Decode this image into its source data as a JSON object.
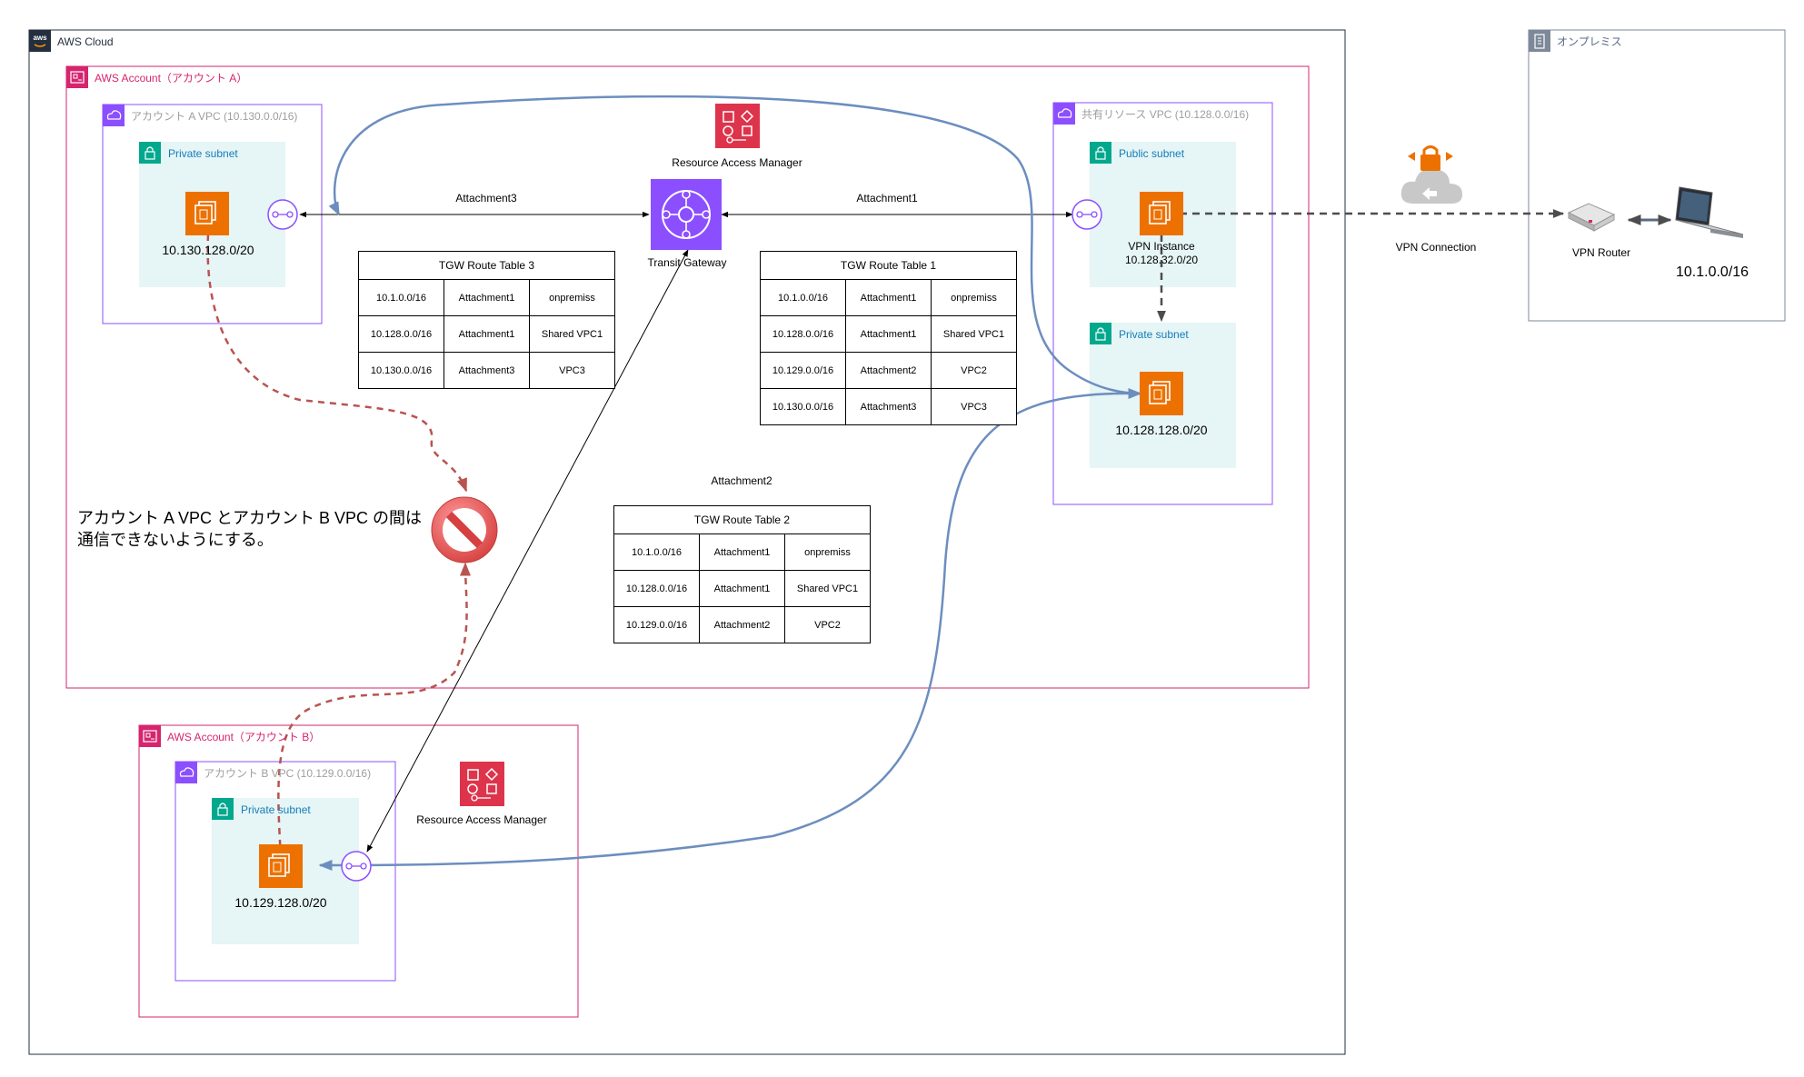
{
  "title": "AWS Cloud",
  "on_prem": {
    "label": "オンプレミス",
    "router_label": "VPN Router",
    "client_cidr": "10.1.0.0/16",
    "vpn_label": "VPN Connection"
  },
  "account_a": {
    "label": "AWS Account（アカウント A）",
    "vpc_label": "アカウント A VPC (10.130.0.0/16)",
    "subnet_label": "Private subnet",
    "instance_cidr": "10.130.128.0/20"
  },
  "account_b": {
    "label": "AWS Account（アカウント B）",
    "vpc_label": "アカウント B VPC (10.129.0.0/16)",
    "subnet_label": "Private subnet",
    "instance_cidr": "10.129.128.0/20",
    "ram_label": "Resource Access Manager"
  },
  "shared_vpc": {
    "label": "共有リソース VPC (10.128.0.0/16)",
    "public_subnet_label": "Public subnet",
    "private_subnet_label": "Private subnet",
    "vpn_instance_label": "VPN Instance",
    "vpn_instance_cidr": "10.128.32.0/20",
    "private_instance_cidr": "10.128.128.0/20"
  },
  "center": {
    "ram_label": "Resource Access Manager",
    "tgw_label": "Transit Gateway",
    "attachment1": "Attachment1",
    "attachment2": "Attachment2",
    "attachment3": "Attachment3"
  },
  "note": "アカウント A VPC とアカウント B VPC の間は\n通信できないようにする。",
  "route_tables": [
    {
      "title": "TGW Route Table 3",
      "rows": [
        [
          "10.1.0.0/16",
          "Attachment1",
          "onpremiss"
        ],
        [
          "10.128.0.0/16",
          "Attachment1",
          "Shared VPC1"
        ],
        [
          "10.130.0.0/16",
          "Attachment3",
          "VPC3"
        ]
      ]
    },
    {
      "title": "TGW Route Table 1",
      "rows": [
        [
          "10.1.0.0/16",
          "Attachment1",
          "onpremiss"
        ],
        [
          "10.128.0.0/16",
          "Attachment1",
          "Shared VPC1"
        ],
        [
          "10.129.0.0/16",
          "Attachment2",
          "VPC2"
        ],
        [
          "10.130.0.0/16",
          "Attachment3",
          "VPC3"
        ]
      ]
    },
    {
      "title": "TGW Route Table 2",
      "rows": [
        [
          "10.1.0.0/16",
          "Attachment1",
          "onpremiss"
        ],
        [
          "10.128.0.0/16",
          "Attachment1",
          "Shared VPC1"
        ],
        [
          "10.129.0.0/16",
          "Attachment2",
          "VPC2"
        ]
      ]
    }
  ],
  "colors": {
    "account_border": "#d6246e",
    "vpc_border": "#8c4fff",
    "subnet_fill": "#e6f5f5",
    "subnet_accent": "#01a88d",
    "ec2_orange": "#ed7100",
    "ram_red": "#dd344c",
    "tgw_purple": "#8c4fff",
    "blue_line": "#6c8ebf",
    "red_dash": "#b85450",
    "gray_line": "#4d4d4d"
  },
  "icons": {
    "cloud_logo": "aws-cloud-logo-icon",
    "building": "corporate-data-center-icon",
    "account": "aws-account-icon",
    "vpc": "vpc-icon",
    "subnet": "padlock-icon",
    "ec2": "ec2-instance-icon",
    "ram": "resource-access-manager-icon",
    "tgw": "transit-gateway-icon",
    "endpoint": "tgw-attachment-endpoint-icon",
    "vpn": "vpn-gateway-icon",
    "router": "router-icon",
    "laptop": "laptop-icon",
    "prohibited": "prohibited-icon"
  }
}
